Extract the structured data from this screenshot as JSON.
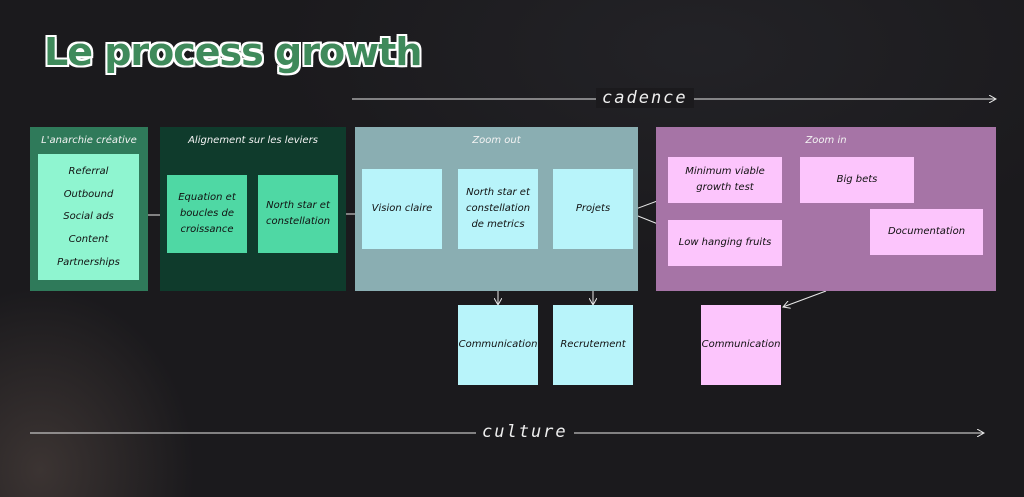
{
  "title": "Le process growth",
  "cadence_label": "cadence",
  "culture_label": "culture",
  "colors": {
    "panel_green": "#2f7a5a",
    "panel_dark": "#0f3b2c",
    "panel_grey": "#8aaeb2",
    "panel_purple": "#a674a6",
    "box_mint": "#8ff5d0",
    "box_green": "#4fd8a4",
    "box_cyan": "#b8f4fa",
    "box_pink": "#fcc5fc"
  },
  "panels": {
    "anarchie": {
      "title": "L'anarchie créative",
      "items": [
        "Referral",
        "Outbound",
        "Social ads",
        "Content",
        "Partnerships"
      ]
    },
    "alignement": {
      "title": "Alignement sur les leviers",
      "box1": "Equation et boucles de croissance",
      "box2": "North star et constellation"
    },
    "zoom_out": {
      "title": "Zoom out",
      "box1": "Vision claire",
      "box2": "North star et constellation de metrics",
      "box3": "Projets"
    },
    "zoom_in": {
      "title": "Zoom in",
      "box1": "Minimum viable growth test",
      "box2": "Big bets",
      "box3": "Low hanging fruits",
      "box4": "Documentation"
    }
  },
  "bottom": {
    "communication1": "Communication",
    "recrutement": "Recrutement",
    "communication2": "Communication"
  }
}
